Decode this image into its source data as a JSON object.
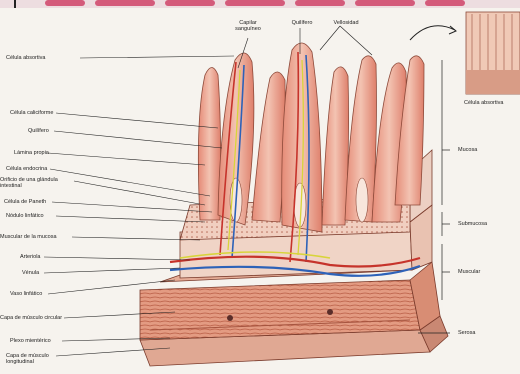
{
  "diagram": {
    "top_labels": {
      "capilar_sanguineo": "Capilar sanguíneo",
      "quilifero": "Quilífero",
      "vellosidad": "Vellosidad"
    },
    "left_labels": [
      "Célula absortiva",
      "Célula caliciforme",
      "Quilífero",
      "Lámina propia",
      "Célula endocrina",
      "Orificio de una glándula intestinal",
      "Célula de Paneth",
      "Nódulo linfático",
      "Muscular de la mucosa",
      "Arteriola",
      "Vénula",
      "Vaso linfático",
      "Capa de músculo circular",
      "Plexo mientérico",
      "Capa de músculo longitudinal"
    ],
    "right_labels": [
      "Mucosa",
      "Submucosa",
      "Muscular",
      "Serosa"
    ],
    "inset_label": "Célula absortiva",
    "colors": {
      "artery": "#c6332b",
      "vein": "#2d62b8",
      "lymph": "#d8d43a",
      "tissue": "#e9a38e",
      "muscle": "#cf7a5b",
      "background": "#f6f3ee"
    }
  }
}
